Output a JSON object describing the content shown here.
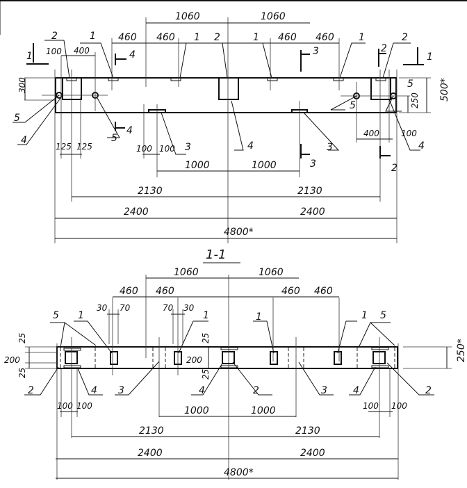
{
  "drawing": {
    "type": "technical-drawing",
    "plan": {
      "dims_top": {
        "half": "1060",
        "piece_460": "460",
        "offset_400": "400",
        "offset_100": "100",
        "height_300": "300"
      },
      "dims_right": {
        "total_height": "500*",
        "half_height": "250"
      },
      "dims_bottom": {
        "d125": "125",
        "d100": "100",
        "d1000": "1000",
        "d2130": "2130",
        "d2400": "2400",
        "total": "4800*",
        "d400": "400"
      },
      "callouts": {
        "c1": "1",
        "c2": "2",
        "c3": "3",
        "c4": "4",
        "c5": "5"
      },
      "section_marks": {
        "s1": "1",
        "s2": "2",
        "s3": "3",
        "s4": "4"
      }
    },
    "section": {
      "title": "1-1",
      "dims_top": {
        "half": "1060",
        "piece_460": "460",
        "d30": "30",
        "d70": "70"
      },
      "dims_left": {
        "d25": "25",
        "d200": "200"
      },
      "dims_right": {
        "height": "250*"
      },
      "dims_bottom": {
        "d100": "100",
        "d1000": "1000",
        "d2130": "2130",
        "d2400": "2400",
        "total": "4800*"
      },
      "callouts": {
        "c1": "1",
        "c2": "2",
        "c3": "3",
        "c4": "4",
        "c5": "5"
      }
    }
  }
}
